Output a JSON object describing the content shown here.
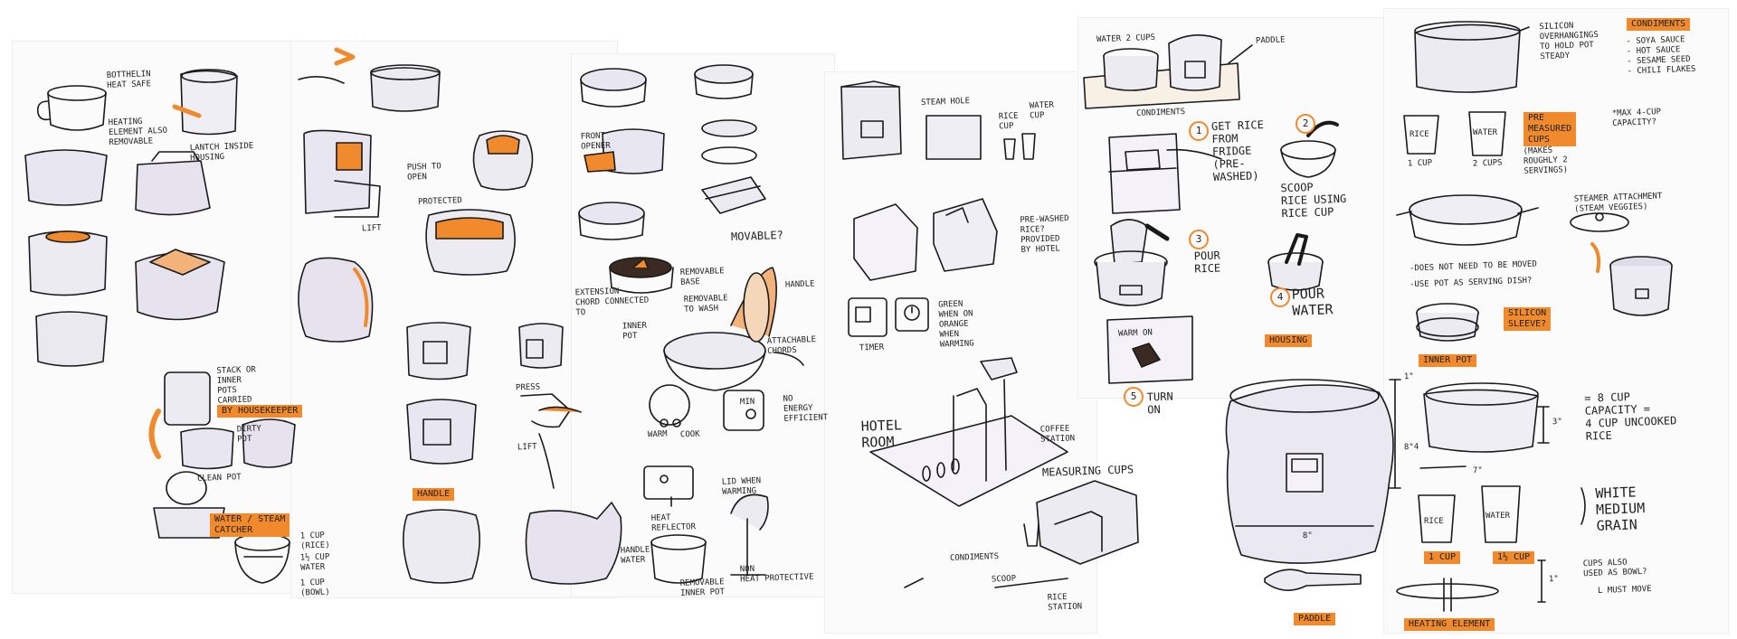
{
  "colors": {
    "accent": "#f08a2c",
    "ink": "#1a1a1a",
    "shade": "#c8c4d6"
  },
  "board1": {
    "n_heat_safe": "BOTTHELIN\nHEAT SAFE",
    "n_heating_element": "HEATING\nELEMENT ALSO\nREMOVABLE",
    "n_latch": "LANTCH INSIDE\nHOUSING",
    "n_stack": "STACK OR\nINNER\nPOTS\nCARRIED",
    "n_stack_tag": "BY HOUSEKEEPER",
    "n_dirty_pot": "DIRTY\nPOT",
    "n_clean_pot": "CLEAN POT",
    "n_steam_tag": "WATER / STEAM\nCATCHER",
    "n_cup_rice": "1 CUP\n(RICE)",
    "n_cup_water": "1½ CUP\nWATER",
    "n_cup_bowl": "1 CUP\n(BOWL)"
  },
  "board2": {
    "n_push_to_open": "PUSH TO\nOPEN",
    "n_protected": "PROTECTED",
    "n_lift": "LIFT",
    "n_press": "PRESS",
    "n_lift2": "LIFT",
    "n_handle_tag": "HANDLE"
  },
  "board3": {
    "n_front_opener": "FRONT\nOPENER",
    "n_movable": "MOVABLE?",
    "n_removable_base": "REMOVABLE\nBASE",
    "n_removable_wash": "REMOVABLE\nTO WASH",
    "n_handle": "HANDLE",
    "n_extension": "EXTENSION\nCHORD CONNECTED\nTO",
    "n_inner_pot": "INNER\nPOT",
    "n_attachable": "ATTACHABLE\nCHORDS",
    "n_warm": "WARM",
    "n_cook": "COOK",
    "n_min": "MIN",
    "n_energy": "NO\nENERGY\nEFFICIENT",
    "n_lid_warm": "LID WHEN\nWARMING",
    "n_heat_reflector": "HEAT\nREFLECTOR",
    "n_handle_water": "HANDLE\nWATER",
    "n_removable_inner": "REMOVABLE\nINNER POT",
    "n_non_heat": "NON\nHEAT PROTECTIVE"
  },
  "board4": {
    "n_steam_hole": "STEAM HOLE",
    "n_rice_cup": "RICE\nCUP",
    "n_water_cup": "WATER\nCUP",
    "n_prewashed": "PRE-WASHED\nRICE?\nPROVIDED\nBY HOTEL",
    "n_hotel_room": "HOTEL\nROOM",
    "n_green_when": "GREEN\nWHEN ON\nORANGE\nWHEN\nWARMING",
    "n_timer": "TIMER",
    "n_coffee": "COFFEE\nSTATION",
    "n_measuring_cups": "MEASURING CUPS",
    "n_condiments": "CONDIMENTS",
    "n_scoop": "SCOOP",
    "n_rice_station": "RICE\nSTATION"
  },
  "board5": {
    "n_water_cups": "WATER 2 CUPS",
    "n_paddle": "PADDLE",
    "n_condiments": "CONDIMENTS",
    "steps": [
      {
        "n": "1",
        "text": "GET RICE\nFROM\nFRIDGE\n(PRE-\nWASHED)"
      },
      {
        "n": "2",
        "text": "SCOOP\nRICE USING\nRICE CUP"
      },
      {
        "n": "3",
        "text": "POUR\nRICE"
      },
      {
        "n": "4",
        "text": "POUR\nWATER"
      },
      {
        "n": "5",
        "text": "TURN\nON"
      }
    ],
    "n_warm_on": "WARM  ON"
  },
  "board6": {
    "n_silicon": "SILICON\nOVERHANGINGS\nTO HOLD POT\nSTEADY",
    "condiments_tag": "CONDIMENTS",
    "condiments_list": "- SOYA SAUCE\n- HOT SAUCE\n- SESAME SEED\n- CHILI FLAKES",
    "n_max_cup": "*MAX 4-CUP\nCAPACITY?",
    "cup_rice": "RICE",
    "cup_water": "WATER",
    "n_1cup": "1 CUP",
    "n_2cups": "2 CUPS",
    "premeasured_tag": "PRE\nMEASURED\nCUPS",
    "n_makes": "(MAKES\nROUGHLY 2\nSERVINGS)",
    "n_steamer": "STEAMER ATTACHMENT\n(STEAM VEGGIES)",
    "n_does_not_need": "-DOES NOT NEED TO BE MOVED",
    "n_use_pot": "-USE POT AS SERVING DISH?",
    "silicon_sleeve_tag": "SILICON\nSLEEVE?",
    "inner_pot_tag": "INNER POT",
    "housing_tag": "HOUSING",
    "n_capacity": "= 8 cup\ncapacity =\n4 cup uncooked\nrice",
    "n_dim_top": "1\"",
    "n_dim_mid": "8\"4",
    "n_dim_small": "3\"",
    "n_dim_width": "8\"",
    "n_dim_pot": "7\"",
    "n_white": "WHITE\nMEDIUM\nGRAIN",
    "n_cups_bowl": "CUPS ALSO\nUSED AS BOWL?",
    "n_must_move": "L MUST MOVE",
    "tag_1cup": "1 CUP",
    "tag_1half": "1½ CUP",
    "paddle_tag": "PADDLE",
    "heating_tag": "HEATING ELEMENT",
    "n_dim_heat": "1\""
  }
}
